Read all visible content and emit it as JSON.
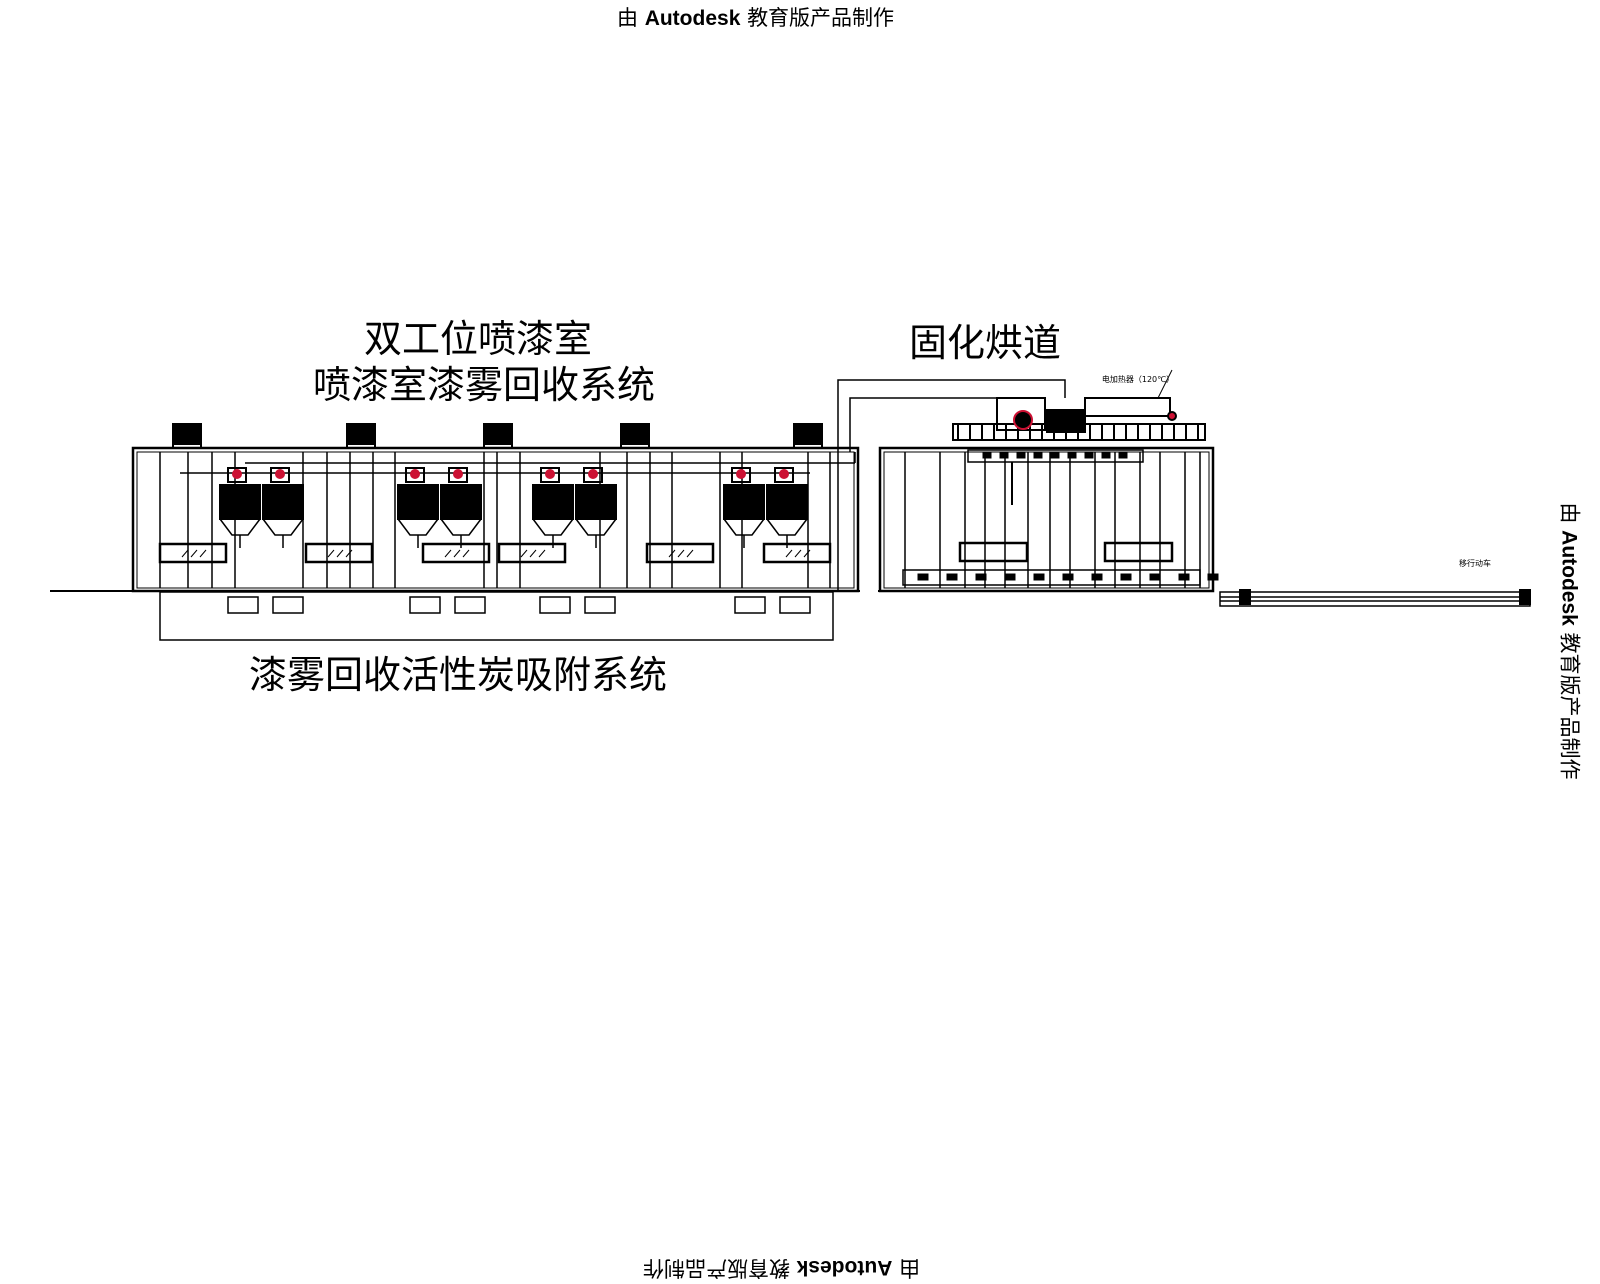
{
  "watermark": {
    "prefix": "由",
    "brand": "Autodesk",
    "suffix": "教育版产品制作"
  },
  "labels": {
    "booth_title_1": "双工位喷漆室",
    "booth_title_2": "喷漆室漆雾回收系统",
    "oven_title": "固化烘道",
    "carbon_title": "漆雾回收活性炭吸附系统",
    "heater_note": "电加热器（120℃）",
    "transfer_car": "移行动车"
  },
  "colors": {
    "line": "#000000",
    "accent": "#cc1133"
  }
}
